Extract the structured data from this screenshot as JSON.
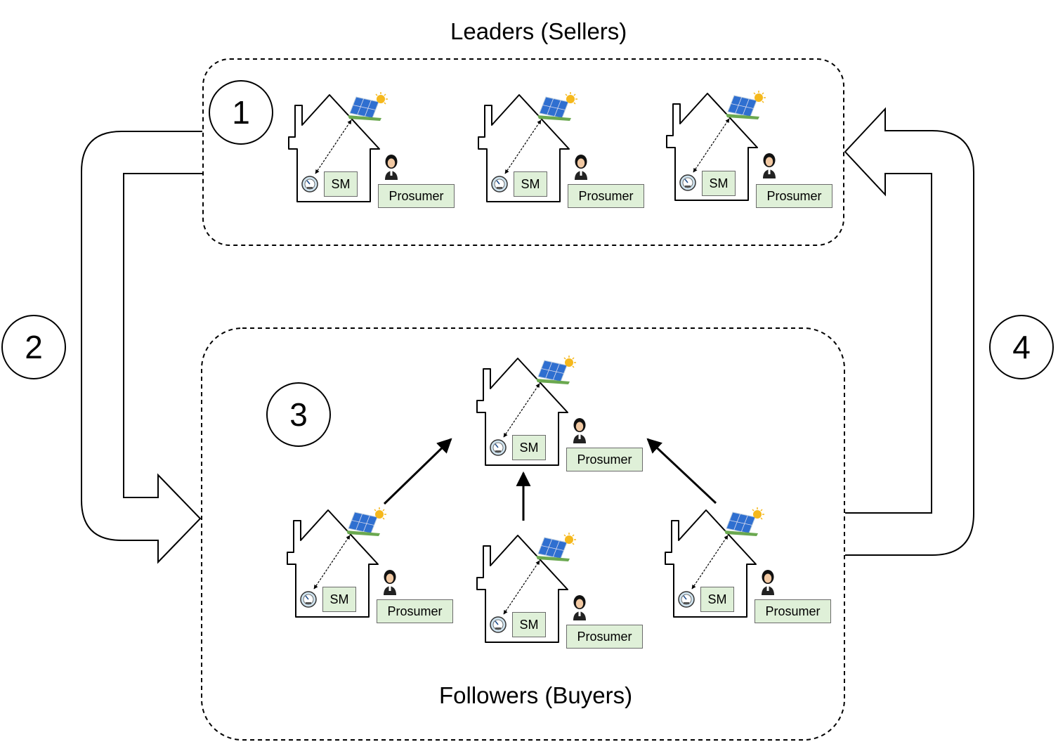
{
  "groups": {
    "leaders_title": "Leaders (Sellers)",
    "followers_title": "Followers (Buyers)"
  },
  "steps": [
    "1",
    "2",
    "3",
    "4"
  ],
  "house": {
    "meter_label": "SM",
    "role_label": "Prosumer"
  },
  "icons": [
    "solar-panel-icon",
    "smart-meter-icon",
    "prosumer-person-icon"
  ],
  "colors": {
    "label_fill": "#dff0d8",
    "label_border": "#6b6b6b",
    "line": "#000000"
  }
}
